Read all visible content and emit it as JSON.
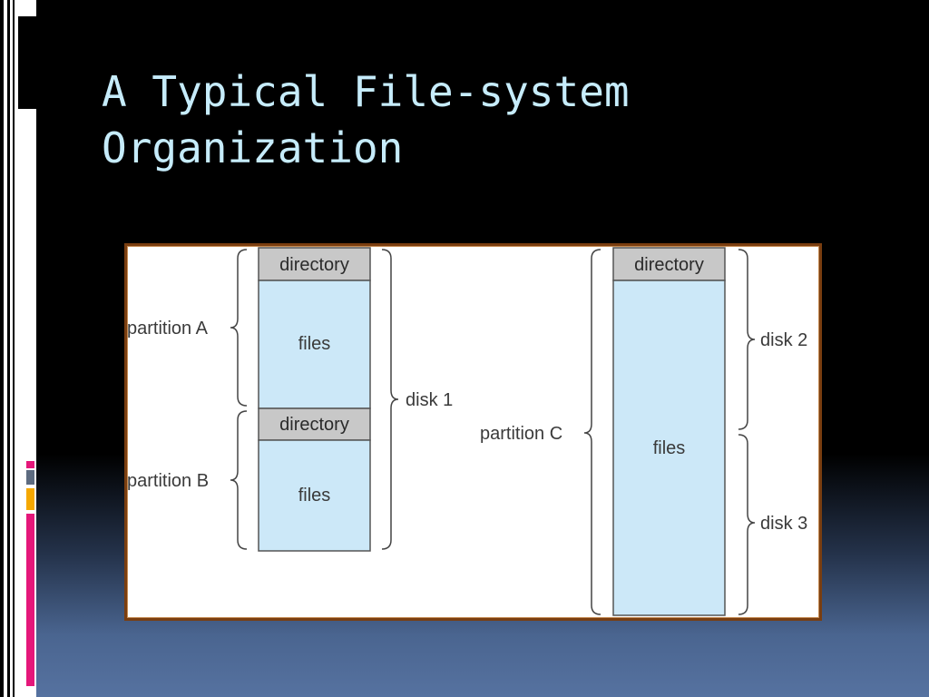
{
  "slide": {
    "title": "A Typical File-system\nOrganization"
  },
  "colors": {
    "title": "#c6ecfb",
    "directory_block": "#c8c8c8",
    "files_block": "#cce8f8",
    "block_border": "#555555",
    "frame_border": "#7a3e10",
    "accent_pink": "#e5177a",
    "accent_orange": "#f5a800",
    "accent_gray": "#5d6b80"
  },
  "diagram": {
    "left_column": {
      "directory_a": "directory",
      "files_a": "files",
      "directory_b": "directory",
      "files_b": "files"
    },
    "right_column": {
      "directory_c": "directory",
      "files_c": "files"
    },
    "labels": {
      "partition_a": "partition A",
      "partition_b": "partition B",
      "partition_c": "partition C",
      "disk_1": "disk 1",
      "disk_2": "disk 2",
      "disk_3": "disk 3"
    }
  }
}
